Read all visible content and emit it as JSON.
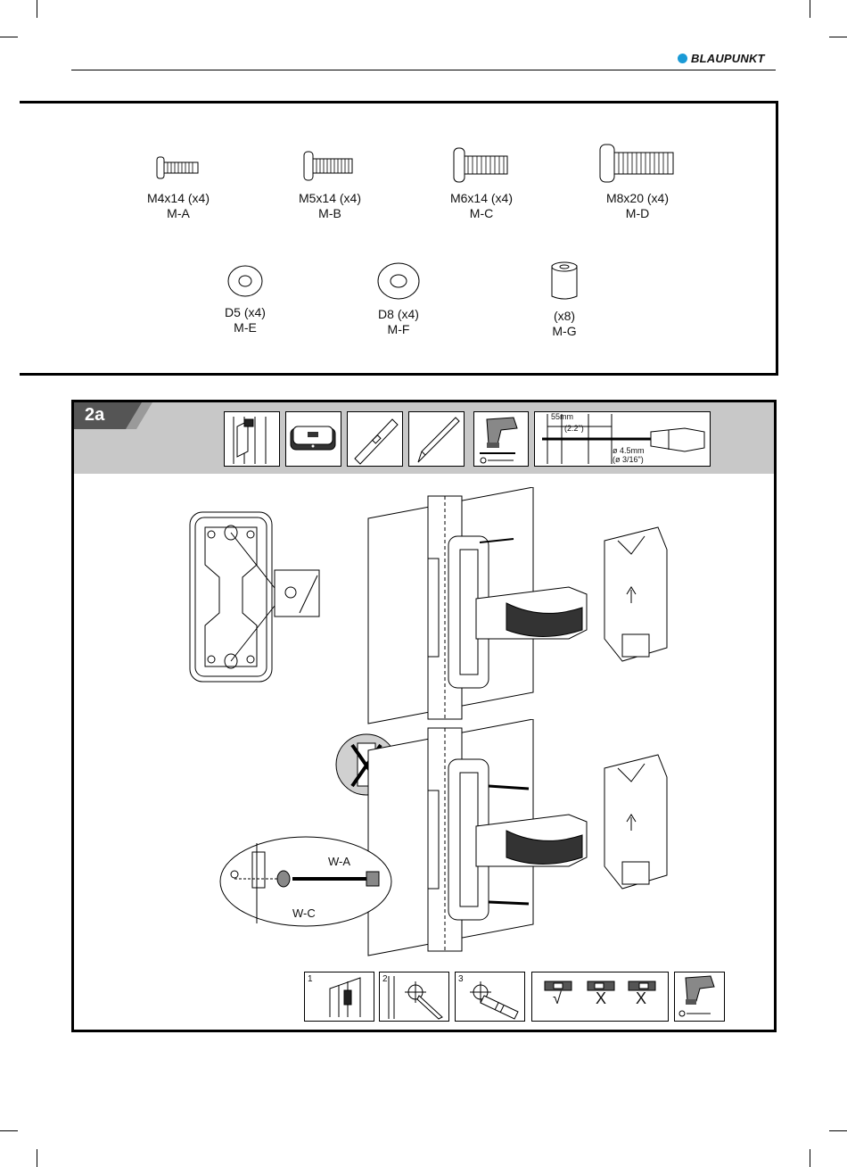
{
  "brand": {
    "name": "BLAUPUNKT",
    "dot_color": "#1a9ad6"
  },
  "parts": [
    {
      "id": "screw-m4",
      "spec": "M4x14 (x4)",
      "code": "M-A"
    },
    {
      "id": "screw-m5",
      "spec": "M5x14 (x4)",
      "code": "M-B"
    },
    {
      "id": "screw-m6",
      "spec": "M6x14 (x4)",
      "code": "M-C"
    },
    {
      "id": "screw-m8",
      "spec": "M8x20 (x4)",
      "code": "M-D"
    },
    {
      "id": "washer-d5",
      "spec": "D5 (x4)",
      "code": "M-E"
    },
    {
      "id": "washer-d8",
      "spec": "D8 (x4)",
      "code": "M-F"
    },
    {
      "id": "spacer",
      "spec": "(x8)",
      "code": "M-G"
    }
  ],
  "step": {
    "label": "2a",
    "drill_depth": "55mm",
    "drill_depth_in": "(2.2\")",
    "drill_diameter": "ø 4.5mm",
    "drill_diameter_in": "(ø 3/16\")",
    "callout_wa": "W-A",
    "callout_wc": "W-C",
    "sub_steps": [
      "1",
      "2",
      "3"
    ],
    "level_marks": [
      "√",
      "X",
      "X"
    ]
  }
}
